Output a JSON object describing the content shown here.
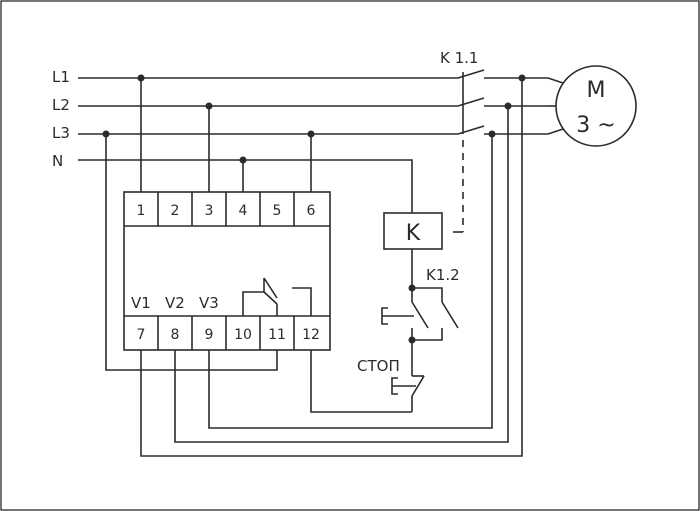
{
  "lines": {
    "l1": "L1",
    "l2": "L2",
    "l3": "L3",
    "n": "N"
  },
  "relay": {
    "top_terminals": [
      "1",
      "2",
      "3",
      "4",
      "5",
      "6"
    ],
    "bottom_terminals": [
      "7",
      "8",
      "9",
      "10",
      "11",
      "12"
    ],
    "inputs": [
      "V1",
      "V2",
      "V3"
    ]
  },
  "contactor": {
    "coil": "K",
    "main_contacts": "K 1.1",
    "aux_contact": "K1.2"
  },
  "stop_button": "СТОП",
  "motor": {
    "symbol": "M",
    "type": "3 ~"
  }
}
